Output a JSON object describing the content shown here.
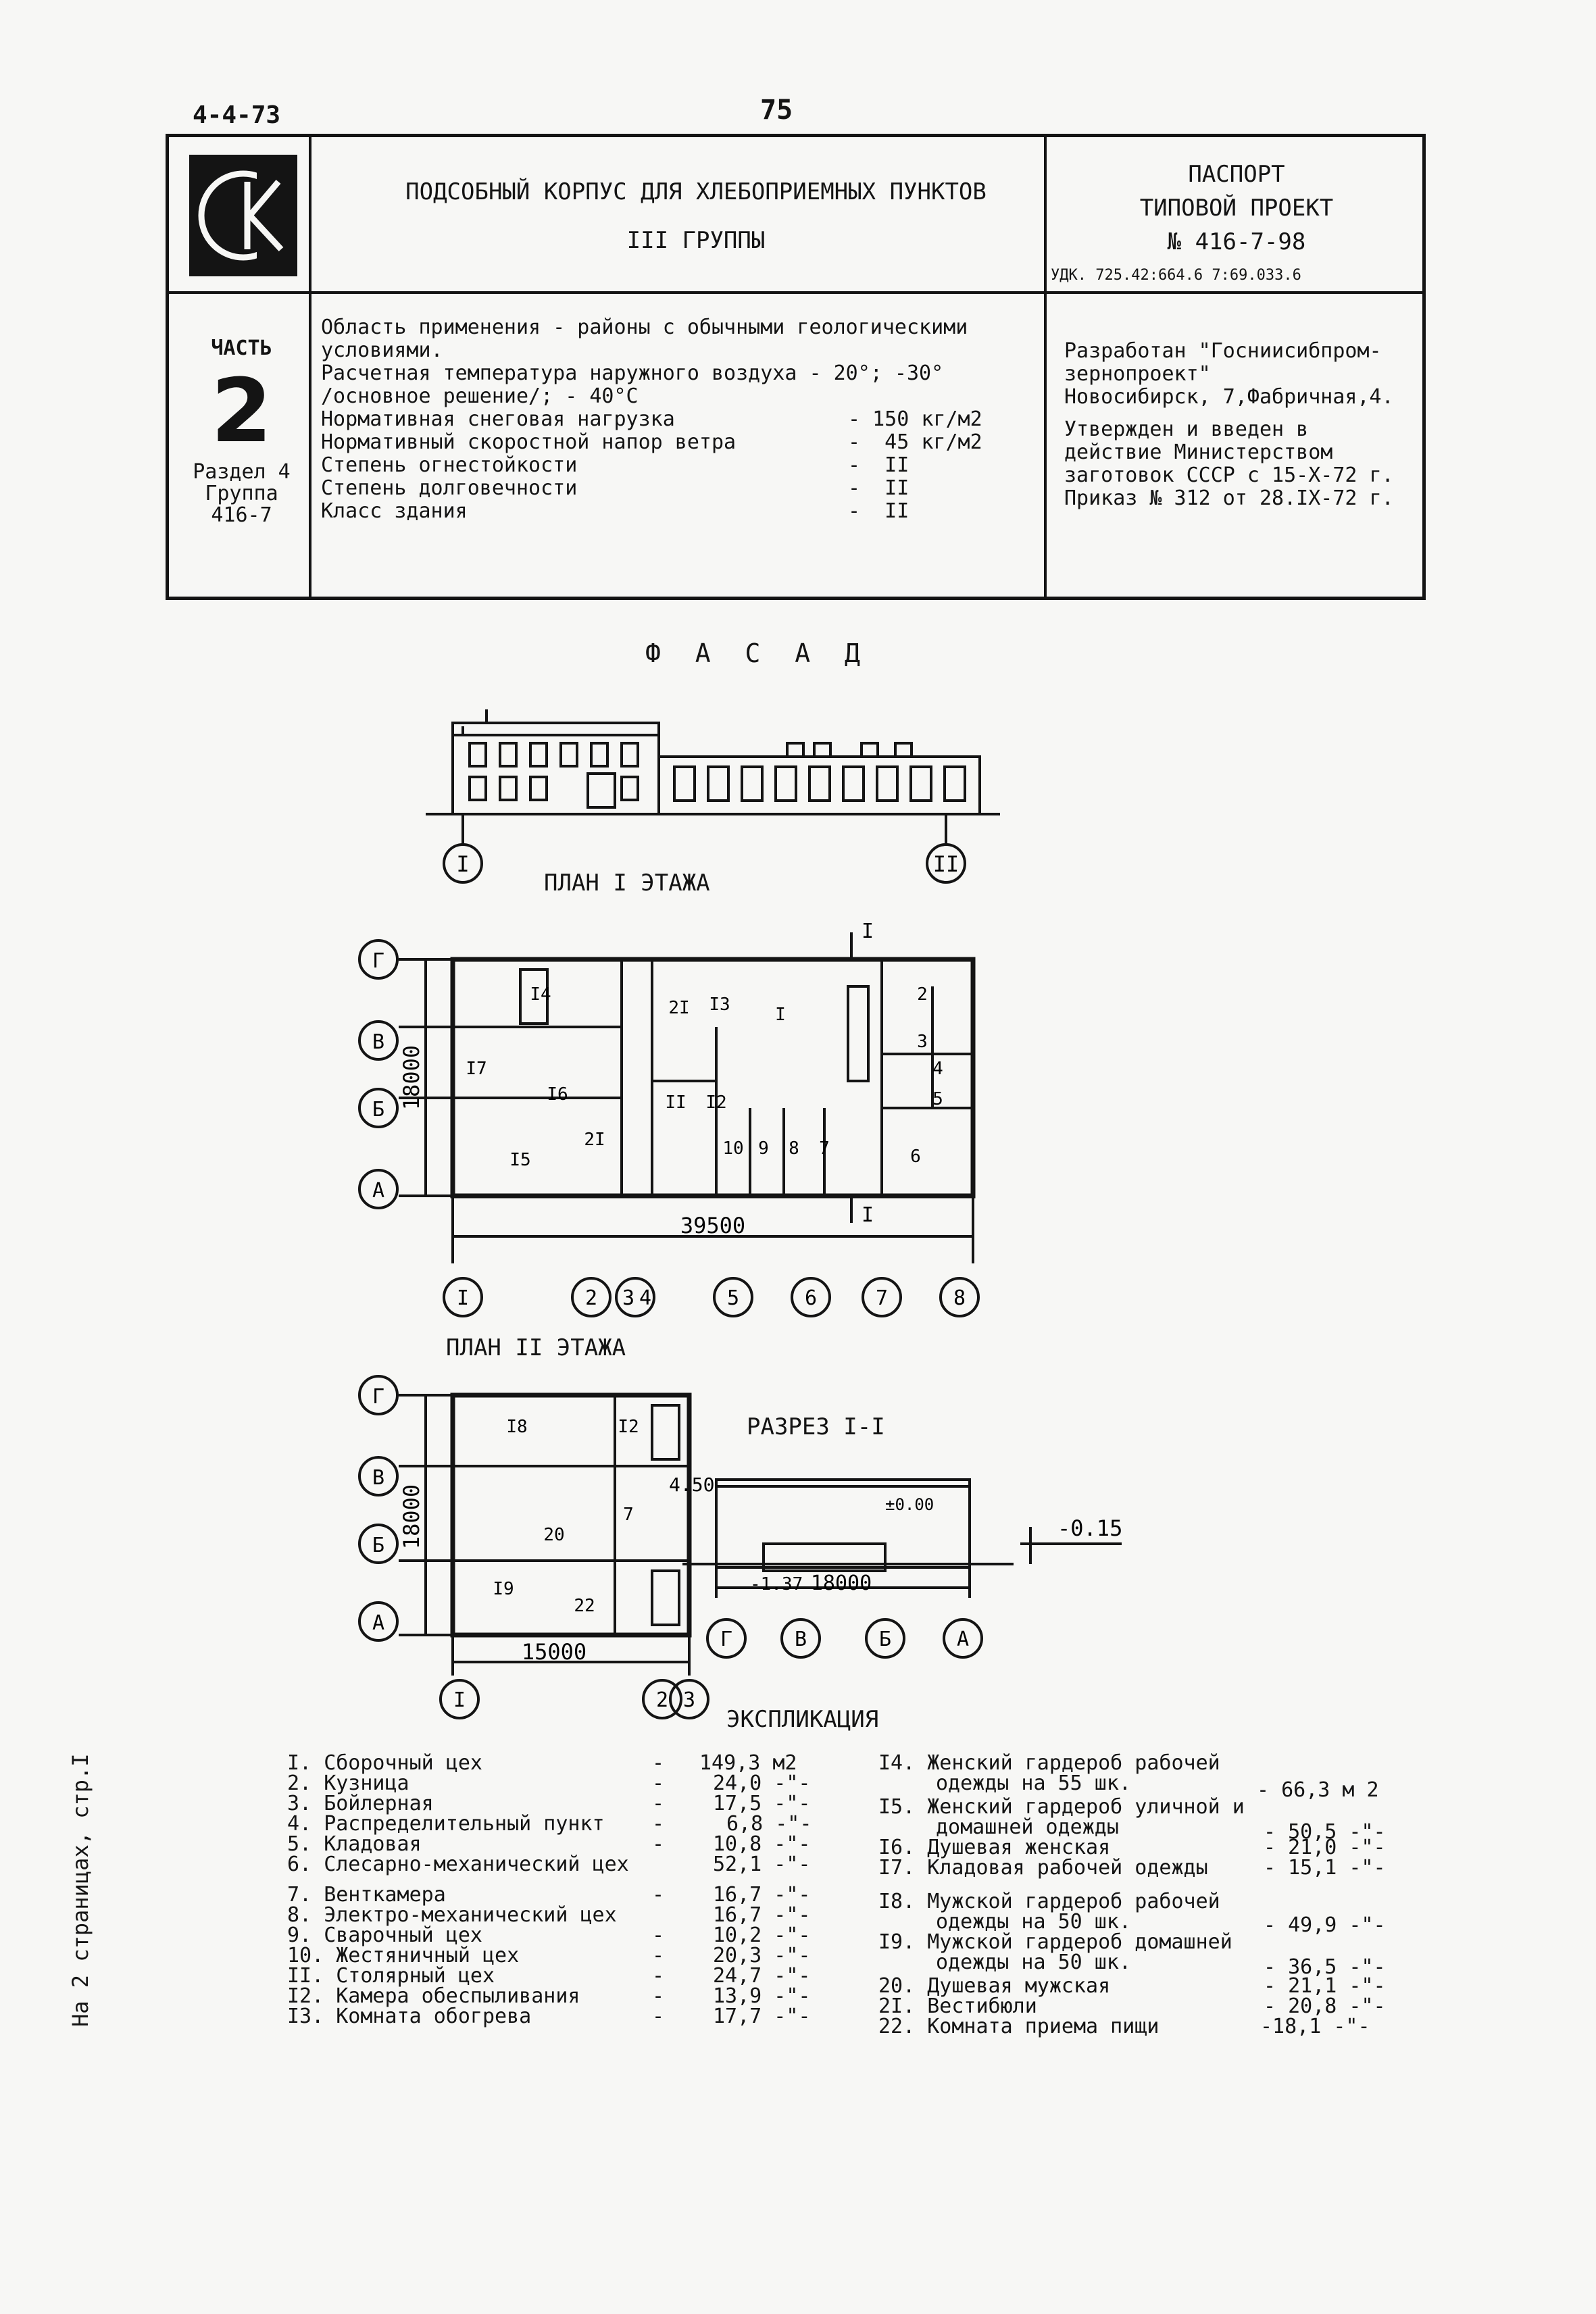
{
  "doc": {
    "code": "4-4-73",
    "page_number": "75"
  },
  "header": {
    "title_line1": "ПОДСОБНЫЙ КОРПУС ДЛЯ ХЛЕБОПРИЕМНЫХ ПУНКТОВ",
    "title_line2": "III ГРУППЫ",
    "passport": "ПАСПОРТ",
    "project": "ТИПОВОЙ ПРОЕКТ",
    "project_number": "№ 416-7-98",
    "udk": "УДК. 725.42:664.6  7:69.033.6",
    "part_label": "ЧАСТЬ",
    "part_number": "2",
    "section": "Раздел 4",
    "group": "Группа",
    "group_number": "416-7"
  },
  "specs": {
    "line1": "Область применения - районы с обычными геологическими",
    "line2": "условиями.",
    "line3": "Расчетная температура наружного воздуха - 20°; -30°",
    "line4": "/основное решение/; - 40°С",
    "rows": [
      {
        "label": "Нормативная снеговая нагрузка",
        "value": "- 150 кг/м2"
      },
      {
        "label": "Нормативный скоростной напор ветра",
        "value": "-  45 кг/м2"
      },
      {
        "label": "Степень огнестойкости",
        "value": "-  II"
      },
      {
        "label": "Степень долговечности",
        "value": "-  II"
      },
      {
        "label": "Класс здания",
        "value": "-  II"
      }
    ]
  },
  "developer": {
    "line1": "Разработан \"Госниисибпром-",
    "line2": "зернопроект\"",
    "line3": "Новосибирск, 7,Фабричная,4.",
    "line4": "Утвержден и введен в",
    "line5": "действие Министерством",
    "line6": "заготовок СССР с 15-Х-72 г.",
    "line7": "Приказ № 312 от 28.IX-72 г."
  },
  "drawings": {
    "fasad": "Ф А С А Д",
    "plan1": "ПЛАН  I  ЭТАЖА",
    "plan2": "ПЛАН  II  ЭТАЖА",
    "razrez": "РАЗРЕЗ  I-I",
    "axis_I": "I",
    "axis_II": "II",
    "section_mark": "I",
    "dim_18000": "18000",
    "dim_39500": "39500",
    "dim_15000": "15000",
    "mark_450": "4.50",
    "mark_000": "±0.00",
    "mark_015": "-0.15",
    "mark_137": "-1.37",
    "axes_letters": [
      "Г",
      "В",
      "Б",
      "А"
    ],
    "axes_numbers": [
      "I",
      "2",
      "3",
      "4",
      "5",
      "6",
      "7",
      "8"
    ],
    "axes_plan2": [
      "I",
      "2",
      "3"
    ],
    "rooms_plan1": [
      "I",
      "2",
      "3",
      "4",
      "5",
      "6",
      "7",
      "8",
      "9",
      "10",
      "II",
      "I2",
      "I3",
      "I4",
      "I5",
      "I6",
      "I7",
      "2I",
      "2I"
    ],
    "rooms_plan2": [
      "I8",
      "I2",
      "7",
      "20",
      "I9",
      "22"
    ]
  },
  "explication": {
    "title": "ЭКСПЛИКАЦИЯ",
    "left": [
      {
        "n": "I.",
        "name": "Сборочный цех",
        "dash": "-",
        "area": "149,3 м2"
      },
      {
        "n": "2.",
        "name": "Кузница",
        "dash": "-",
        "area": "24,0 -\"-"
      },
      {
        "n": "3.",
        "name": "Бойлерная",
        "dash": "-",
        "area": "17,5 -\"-"
      },
      {
        "n": "4.",
        "name": "Распределительный пункт",
        "dash": "-",
        "area": "6,8 -\"-"
      },
      {
        "n": "5.",
        "name": "Кладовая",
        "dash": "-",
        "area": "10,8 -\"-"
      },
      {
        "n": "6.",
        "name": "Слесарно-механический цех",
        "dash": "",
        "area": "52,1 -\"-"
      },
      {
        "n": "7.",
        "name": "Венткамера",
        "dash": "-",
        "area": "16,7 -\"-"
      },
      {
        "n": "8.",
        "name": "Электро-механический цех",
        "dash": "",
        "area": "16,7 -\"-"
      },
      {
        "n": "9.",
        "name": "Сварочный цех",
        "dash": "-",
        "area": "10,2 -\"-"
      },
      {
        "n": "10.",
        "name": "Жестяничный цех",
        "dash": "-",
        "area": "20,3 -\"-"
      },
      {
        "n": "II.",
        "name": "Столярный цех",
        "dash": "-",
        "area": "24,7 -\"-"
      },
      {
        "n": "I2.",
        "name": "Камера обеспыливания",
        "dash": "-",
        "area": "13,9 -\"-"
      },
      {
        "n": "I3.",
        "name": "Комната обогрева",
        "dash": "-",
        "area": "17,7 -\"-"
      }
    ],
    "right": [
      {
        "n": "I4.",
        "name": "Женский гардероб рабочей",
        "name2": "одежды на 55 шк.",
        "area": "- 66,3 м 2"
      },
      {
        "n": "I5.",
        "name": "Женский гардероб уличной и",
        "name2": "домашней одежды",
        "area": "- 50,5 -\"-"
      },
      {
        "n": "I6.",
        "name": "Душевая женская",
        "name2": "",
        "area": "- 21,0 -\"-"
      },
      {
        "n": "I7.",
        "name": "Кладовая рабочей одежды",
        "name2": "",
        "area": "- 15,1 -\"-"
      },
      {
        "n": "I8.",
        "name": "Мужской гардероб рабочей",
        "name2": "одежды на 50 шк.",
        "area": "- 49,9 -\"-"
      },
      {
        "n": "I9.",
        "name": "Мужской гардероб домашней",
        "name2": "одежды на 50 шк.",
        "area": "- 36,5 -\"-"
      },
      {
        "n": "20.",
        "name": "Душевая мужская",
        "name2": "",
        "area": "- 21,1 -\"-"
      },
      {
        "n": "2I.",
        "name": "Вестибюли",
        "name2": "",
        "area": "- 20,8 -\"-"
      },
      {
        "n": "22.",
        "name": "Комната приема пищи",
        "name2": "",
        "area": "-18,1 -\"-"
      }
    ]
  },
  "side_note": "На 2 страницах, стр.I"
}
